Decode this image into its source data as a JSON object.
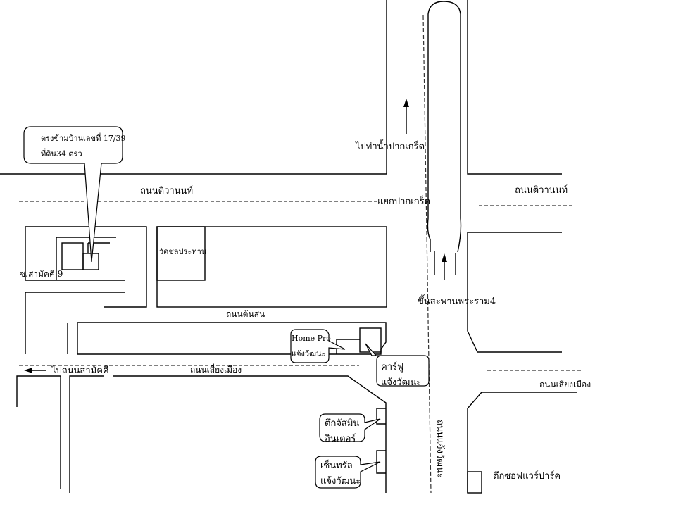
{
  "map": {
    "title": "แผนที่",
    "roads": {
      "tiwanon_left": "ถนนติวานนท์",
      "tiwanon_right": "ถนนติวานนท์",
      "pakkret_junction": "แยกปากเกร็ด",
      "to_pakkret_pier": "ไปท่าน้ำปากเกร็ด",
      "ton_son": "ถนนต้นสน",
      "sieng_mueang_left": "ถนนเสี่ยงเมือง",
      "sieng_mueang_right": "ถนนเสี่ยงเมือง",
      "to_samakkhi": "ไปถนนสามัคคี",
      "rama4_bridge": "ขึ้นสะพานพระราม4",
      "soi_samakkhi": "ซ.สามัคคี 9",
      "chaengwattana_vertical": "ถนนแจ้งวัฒนะ"
    },
    "places": {
      "wat": "วัดชลประทาน",
      "sofa_park": "ตึกซอฟแวร์ปาร์ค"
    },
    "callouts": [
      {
        "id": "target",
        "lines": [
          "ตรงข้ามบ้านเลขที่ 17/39",
          "ที่ดิน34 ตรว"
        ]
      },
      {
        "id": "homepro",
        "lines": [
          "Home Pro",
          "แจ้งวัฒนะ"
        ]
      },
      {
        "id": "carrefour",
        "lines": [
          "คาร์ฟู",
          "แจ้งวัฒนะ"
        ]
      },
      {
        "id": "jasmine",
        "lines": [
          "ตึกจัสมิน",
          "อินเตอร์"
        ]
      },
      {
        "id": "central",
        "lines": [
          "เซ็นทรัล",
          "แจ้งวัฒนะ"
        ]
      }
    ],
    "arrows": [
      {
        "id": "north-arrow-pakkret",
        "direction": "up"
      },
      {
        "id": "north-arrow-bridge",
        "direction": "up"
      },
      {
        "id": "west-arrow-samakkhi",
        "direction": "left"
      }
    ]
  }
}
